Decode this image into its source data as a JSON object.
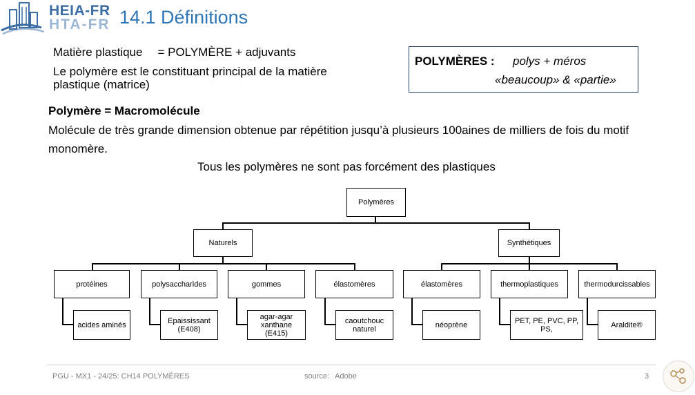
{
  "header": {
    "logo_line1": "HEIA-FR",
    "logo_line2": "HTA-FR",
    "title": "14.1 Définitions"
  },
  "definition": {
    "left": "Matière plastique",
    "right": "=  POLYMÈRE + adjuvants",
    "sentence": "Le polymère est le constituant principal de la matière plastique (matrice)"
  },
  "etymology": {
    "label": "POLYMÈRES :",
    "line1": "polys + méros",
    "line2": "«beaucoup» & «partie»"
  },
  "macro": {
    "title": "Polymère = Macromolécule",
    "text": "Molécule de très grande dimension obtenue  par répétition jusqu’à plusieurs 100aines de  milliers de fois du motif monomère.",
    "note": "Tous les polymères ne sont pas forcément des plastiques"
  },
  "tree": {
    "root": "Polymères",
    "naturels": "Naturels",
    "synthetiques": "Synthétiques",
    "cat_proteines": "protéines",
    "cat_polysaccharides": "polysaccharides",
    "cat_gommes": "gommes",
    "cat_elastomeres_nat": "élastomères",
    "cat_elastomeres_syn": "élastomères",
    "cat_thermoplastiques": "thermoplastiques",
    "cat_thermodurcissables": "thermodurcissables",
    "ex_acides": "acides aminés",
    "ex_epaissisant_1": "Epaississant",
    "ex_epaissisant_2": "(E408)",
    "ex_agar_1": "agar-agar",
    "ex_agar_2": "xanthane",
    "ex_agar_3": "(E415)",
    "ex_caoutchouc_1": "caoutchouc",
    "ex_caoutchouc_2": "naturel",
    "ex_neoprene": "néoprène",
    "ex_thermo": "PET, PE, PVC, PP, PS,",
    "ex_araldite": "Araldite®"
  },
  "footer": {
    "course": "PGU - MX1 - 24/25: CH14 POLYMÈRES",
    "source_label": "source:",
    "source_value": "Adobe",
    "page": "3"
  },
  "colors": {
    "title_blue": "#2e75b6",
    "logo_blue": "#3a6ea5",
    "logo_light_blue": "#9bb7d4",
    "footer_gray": "#7f7f7f"
  }
}
